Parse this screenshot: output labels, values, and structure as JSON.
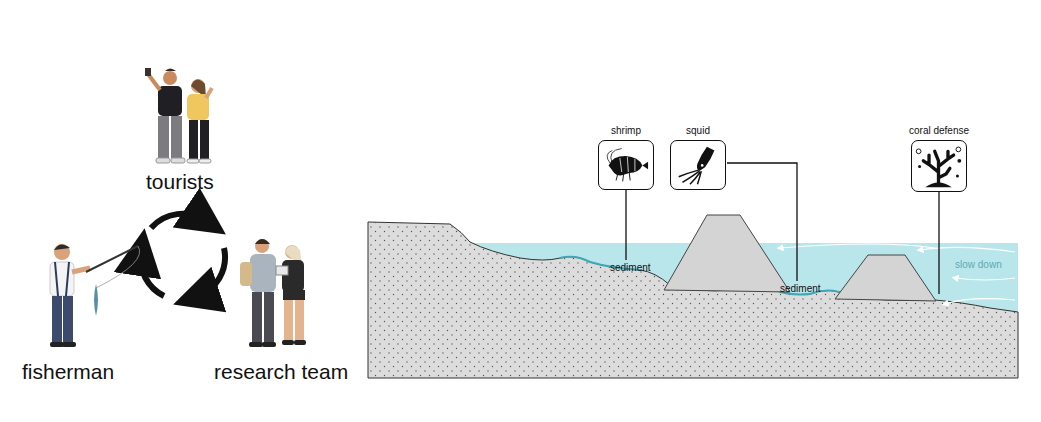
{
  "diagram": {
    "nodes": [
      {
        "text": [
          "shrimp"
        ]
      },
      {
        "text": [
          "squid"
        ]
      },
      {
        "text": [
          "coral defense"
        ]
      }
    ],
    "labels": [
      "tourists",
      "fisherman",
      "research team",
      "sediment",
      "sediment",
      "slow down"
    ]
  }
}
